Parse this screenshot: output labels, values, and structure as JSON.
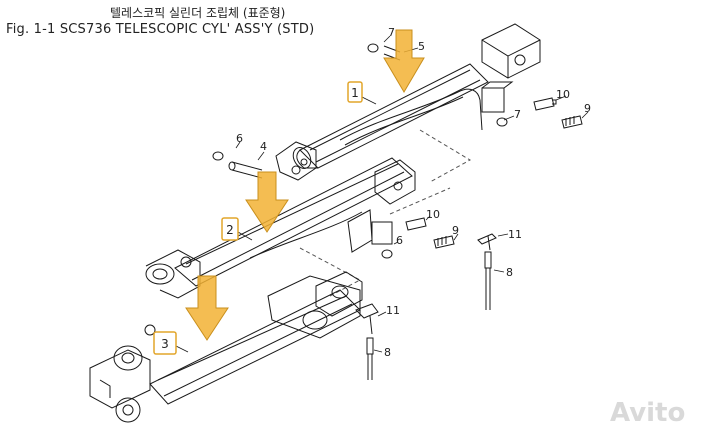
{
  "title_korean": "텔레스코픽 실린더 조립체 (표준형)",
  "title_english": "Fig. 1-1  SCS736 TELESCOPIC CYL' ASS'Y (STD)",
  "callouts": {
    "c1": "1",
    "c2": "2",
    "c3": "3"
  },
  "part_numbers": {
    "p4": "4",
    "p5": "5",
    "p6a": "6",
    "p6b": "6",
    "p7a": "7",
    "p7b": "7",
    "p8a": "8",
    "p8b": "8",
    "p9a": "9",
    "p9b": "9",
    "p10a": "10",
    "p10b": "10",
    "p11a": "11",
    "p11b": "11"
  },
  "watermark": "Avito",
  "colors": {
    "arrow": "#f2b134",
    "arrow_edge": "#c98f1c",
    "callout_border": "#e2a52a",
    "line": "#1a1a1a"
  }
}
